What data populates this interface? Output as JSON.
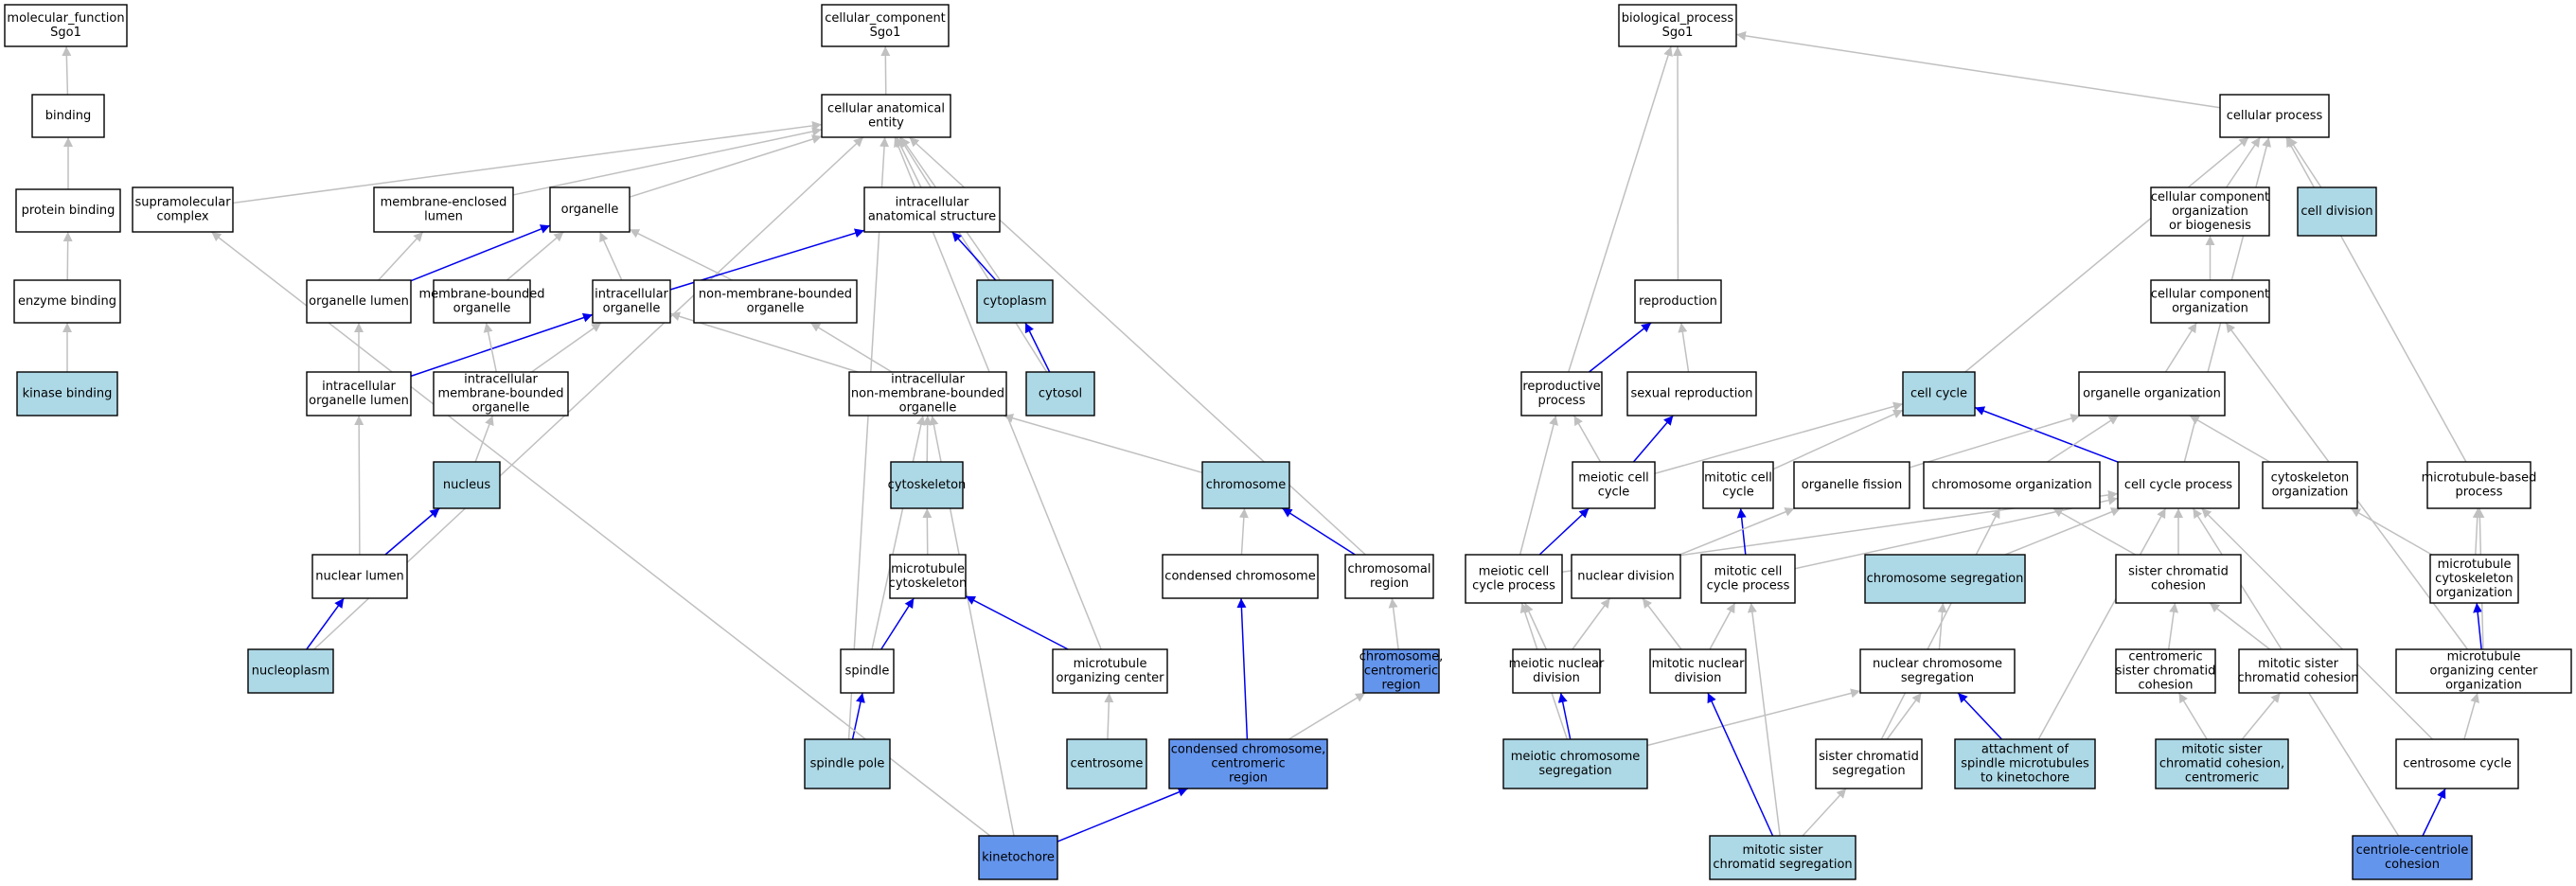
{
  "colors": {
    "plain": "#ffffff",
    "light": "#add8e6",
    "dark": "#6495ed",
    "edge_gray": "#c0c0c0",
    "edge_blue": "#0000ee"
  },
  "nodes": [
    {
      "id": "mf",
      "lines": [
        "molecular_function",
        "Sgo1"
      ],
      "fill": "plain"
    },
    {
      "id": "cc",
      "lines": [
        "cellular_component",
        "Sgo1"
      ],
      "fill": "plain"
    },
    {
      "id": "bp",
      "lines": [
        "biological_process",
        "Sgo1"
      ],
      "fill": "plain"
    },
    {
      "id": "binding",
      "lines": [
        "binding"
      ],
      "fill": "plain"
    },
    {
      "id": "pbind",
      "lines": [
        "protein binding"
      ],
      "fill": "plain"
    },
    {
      "id": "ebind",
      "lines": [
        "enzyme binding"
      ],
      "fill": "plain"
    },
    {
      "id": "kbind",
      "lines": [
        "kinase binding"
      ],
      "fill": "light"
    },
    {
      "id": "cae",
      "lines": [
        "cellular anatomical",
        "entity"
      ],
      "fill": "plain"
    },
    {
      "id": "supra",
      "lines": [
        "supramolecular",
        "complex"
      ],
      "fill": "plain"
    },
    {
      "id": "mel",
      "lines": [
        "membrane-enclosed",
        "lumen"
      ],
      "fill": "plain"
    },
    {
      "id": "organelle",
      "lines": [
        "organelle"
      ],
      "fill": "plain"
    },
    {
      "id": "ias",
      "lines": [
        "intracellular",
        "anatomical structure"
      ],
      "fill": "plain"
    },
    {
      "id": "olumen",
      "lines": [
        "organelle lumen"
      ],
      "fill": "plain"
    },
    {
      "id": "mbo",
      "lines": [
        "membrane-bounded",
        "organelle"
      ],
      "fill": "plain"
    },
    {
      "id": "io",
      "lines": [
        "intracellular",
        "organelle"
      ],
      "fill": "plain"
    },
    {
      "id": "nmbo",
      "lines": [
        "non-membrane-bounded",
        "organelle"
      ],
      "fill": "plain"
    },
    {
      "id": "cytoplasm",
      "lines": [
        "cytoplasm"
      ],
      "fill": "light"
    },
    {
      "id": "iol",
      "lines": [
        "intracellular",
        "organelle lumen"
      ],
      "fill": "plain"
    },
    {
      "id": "imbo",
      "lines": [
        "intracellular",
        "membrane-bounded",
        "organelle"
      ],
      "fill": "plain"
    },
    {
      "id": "inmbo",
      "lines": [
        "intracellular",
        "non-membrane-bounded",
        "organelle"
      ],
      "fill": "plain"
    },
    {
      "id": "cytosol",
      "lines": [
        "cytosol"
      ],
      "fill": "light"
    },
    {
      "id": "nucleus",
      "lines": [
        "nucleus"
      ],
      "fill": "light"
    },
    {
      "id": "cytoskeleton",
      "lines": [
        "cytoskeleton"
      ],
      "fill": "light"
    },
    {
      "id": "chromosome",
      "lines": [
        "chromosome"
      ],
      "fill": "light"
    },
    {
      "id": "nlumen",
      "lines": [
        "nuclear lumen"
      ],
      "fill": "plain"
    },
    {
      "id": "mtcyto",
      "lines": [
        "microtubule",
        "cytoskeleton"
      ],
      "fill": "plain"
    },
    {
      "id": "condchr",
      "lines": [
        "condensed chromosome"
      ],
      "fill": "plain"
    },
    {
      "id": "chrreg",
      "lines": [
        "chromosomal",
        "region"
      ],
      "fill": "plain"
    },
    {
      "id": "nucleoplasm",
      "lines": [
        "nucleoplasm"
      ],
      "fill": "light"
    },
    {
      "id": "spindle",
      "lines": [
        "spindle"
      ],
      "fill": "plain"
    },
    {
      "id": "mtoc",
      "lines": [
        "microtubule",
        "organizing center"
      ],
      "fill": "plain"
    },
    {
      "id": "chrcen",
      "lines": [
        "chromosome,",
        "centromeric",
        "region"
      ],
      "fill": "dark"
    },
    {
      "id": "spole",
      "lines": [
        "spindle pole"
      ],
      "fill": "light"
    },
    {
      "id": "centrosome",
      "lines": [
        "centrosome"
      ],
      "fill": "light"
    },
    {
      "id": "ccrcen",
      "lines": [
        "condensed chromosome,",
        "centromeric",
        "region"
      ],
      "fill": "dark"
    },
    {
      "id": "kinetochore",
      "lines": [
        "kinetochore"
      ],
      "fill": "dark"
    },
    {
      "id": "cellproc",
      "lines": [
        "cellular process"
      ],
      "fill": "plain"
    },
    {
      "id": "ccob",
      "lines": [
        "cellular component",
        "organization",
        "or biogenesis"
      ],
      "fill": "plain"
    },
    {
      "id": "celldiv",
      "lines": [
        "cell division"
      ],
      "fill": "light"
    },
    {
      "id": "reproduction",
      "lines": [
        "reproduction"
      ],
      "fill": "plain"
    },
    {
      "id": "cco",
      "lines": [
        "cellular component",
        "organization"
      ],
      "fill": "plain"
    },
    {
      "id": "repproc",
      "lines": [
        "reproductive",
        "process"
      ],
      "fill": "plain"
    },
    {
      "id": "sexrep",
      "lines": [
        "sexual reproduction"
      ],
      "fill": "plain"
    },
    {
      "id": "cellcycle",
      "lines": [
        "cell cycle"
      ],
      "fill": "light"
    },
    {
      "id": "orgorg",
      "lines": [
        "organelle organization"
      ],
      "fill": "plain"
    },
    {
      "id": "meicc",
      "lines": [
        "meiotic cell",
        "cycle"
      ],
      "fill": "plain"
    },
    {
      "id": "mitcc",
      "lines": [
        "mitotic cell",
        "cycle"
      ],
      "fill": "plain"
    },
    {
      "id": "orgfis",
      "lines": [
        "organelle fission"
      ],
      "fill": "plain"
    },
    {
      "id": "chrorg",
      "lines": [
        "chromosome organization"
      ],
      "fill": "plain"
    },
    {
      "id": "ccproc",
      "lines": [
        "cell cycle process"
      ],
      "fill": "plain"
    },
    {
      "id": "cytoorg",
      "lines": [
        "cytoskeleton",
        "organization"
      ],
      "fill": "plain"
    },
    {
      "id": "mtbp",
      "lines": [
        "microtubule-based",
        "process"
      ],
      "fill": "plain"
    },
    {
      "id": "meiccp",
      "lines": [
        "meiotic cell",
        "cycle process"
      ],
      "fill": "plain"
    },
    {
      "id": "nucdiv",
      "lines": [
        "nuclear division"
      ],
      "fill": "plain"
    },
    {
      "id": "mitccp",
      "lines": [
        "mitotic cell",
        "cycle process"
      ],
      "fill": "plain"
    },
    {
      "id": "chrseg",
      "lines": [
        "chromosome segregation"
      ],
      "fill": "light"
    },
    {
      "id": "scc",
      "lines": [
        "sister chromatid",
        "cohesion"
      ],
      "fill": "plain"
    },
    {
      "id": "mtcorg",
      "lines": [
        "microtubule",
        "cytoskeleton",
        "organization"
      ],
      "fill": "plain"
    },
    {
      "id": "meind",
      "lines": [
        "meiotic nuclear",
        "division"
      ],
      "fill": "plain"
    },
    {
      "id": "mitnd",
      "lines": [
        "mitotic nuclear",
        "division"
      ],
      "fill": "plain"
    },
    {
      "id": "ncs",
      "lines": [
        "nuclear chromosome",
        "segregation"
      ],
      "fill": "plain"
    },
    {
      "id": "cscc",
      "lines": [
        "centromeric",
        "sister chromatid",
        "cohesion"
      ],
      "fill": "plain"
    },
    {
      "id": "mscc",
      "lines": [
        "mitotic sister",
        "chromatid cohesion"
      ],
      "fill": "plain"
    },
    {
      "id": "mtocorg",
      "lines": [
        "microtubule",
        "organizing center",
        "organization"
      ],
      "fill": "plain"
    },
    {
      "id": "meichrseg",
      "lines": [
        "meiotic chromosome",
        "segregation"
      ],
      "fill": "light"
    },
    {
      "id": "scs",
      "lines": [
        "sister chromatid",
        "segregation"
      ],
      "fill": "plain"
    },
    {
      "id": "asmk",
      "lines": [
        "attachment of",
        "spindle microtubules",
        "to kinetochore"
      ],
      "fill": "light"
    },
    {
      "id": "msccc",
      "lines": [
        "mitotic sister",
        "chromatid cohesion,",
        "centromeric"
      ],
      "fill": "light"
    },
    {
      "id": "centcyc",
      "lines": [
        "centrosome cycle"
      ],
      "fill": "plain"
    },
    {
      "id": "mscs",
      "lines": [
        "mitotic sister",
        "chromatid segregation"
      ],
      "fill": "light"
    },
    {
      "id": "ccc",
      "lines": [
        "centriole-centriole",
        "cohesion"
      ],
      "fill": "dark"
    }
  ],
  "edges": [
    {
      "from": "binding",
      "to": "mf",
      "kind": "gray"
    },
    {
      "from": "pbind",
      "to": "binding",
      "kind": "gray"
    },
    {
      "from": "ebind",
      "to": "pbind",
      "kind": "gray"
    },
    {
      "from": "kbind",
      "to": "ebind",
      "kind": "gray"
    },
    {
      "from": "cae",
      "to": "cc",
      "kind": "gray"
    },
    {
      "from": "supra",
      "to": "cae",
      "kind": "gray"
    },
    {
      "from": "mel",
      "to": "cae",
      "kind": "gray"
    },
    {
      "from": "organelle",
      "to": "cae",
      "kind": "gray"
    },
    {
      "from": "ias",
      "to": "cae",
      "kind": "gray"
    },
    {
      "from": "cytoplasm",
      "to": "cae",
      "kind": "gray"
    },
    {
      "from": "cytosol",
      "to": "cae",
      "kind": "gray"
    },
    {
      "from": "chrreg",
      "to": "cae",
      "kind": "gray"
    },
    {
      "from": "mtoc",
      "to": "cae",
      "kind": "gray"
    },
    {
      "from": "spole",
      "to": "cae",
      "kind": "gray"
    },
    {
      "from": "nucleoplasm",
      "to": "cae",
      "kind": "gray"
    },
    {
      "from": "olumen",
      "to": "organelle",
      "kind": "blue"
    },
    {
      "from": "olumen",
      "to": "mel",
      "kind": "gray"
    },
    {
      "from": "mbo",
      "to": "organelle",
      "kind": "gray"
    },
    {
      "from": "io",
      "to": "organelle",
      "kind": "gray"
    },
    {
      "from": "nmbo",
      "to": "organelle",
      "kind": "gray"
    },
    {
      "from": "io",
      "to": "ias",
      "kind": "blue"
    },
    {
      "from": "cytoplasm",
      "to": "ias",
      "kind": "blue"
    },
    {
      "from": "cytosol",
      "to": "cytoplasm",
      "kind": "blue"
    },
    {
      "from": "iol",
      "to": "olumen",
      "kind": "gray"
    },
    {
      "from": "iol",
      "to": "io",
      "kind": "blue"
    },
    {
      "from": "imbo",
      "to": "mbo",
      "kind": "gray"
    },
    {
      "from": "imbo",
      "to": "io",
      "kind": "gray"
    },
    {
      "from": "inmbo",
      "to": "io",
      "kind": "gray"
    },
    {
      "from": "inmbo",
      "to": "nmbo",
      "kind": "gray"
    },
    {
      "from": "nucleus",
      "to": "imbo",
      "kind": "gray"
    },
    {
      "from": "nlumen",
      "to": "iol",
      "kind": "gray"
    },
    {
      "from": "nlumen",
      "to": "nucleus",
      "kind": "blue"
    },
    {
      "from": "nucleoplasm",
      "to": "nlumen",
      "kind": "blue"
    },
    {
      "from": "cytoskeleton",
      "to": "inmbo",
      "kind": "gray"
    },
    {
      "from": "chromosome",
      "to": "inmbo",
      "kind": "gray"
    },
    {
      "from": "spindle",
      "to": "inmbo",
      "kind": "gray"
    },
    {
      "from": "kinetochore",
      "to": "inmbo",
      "kind": "gray"
    },
    {
      "from": "mtcyto",
      "to": "cytoskeleton",
      "kind": "gray"
    },
    {
      "from": "condchr",
      "to": "chromosome",
      "kind": "gray"
    },
    {
      "from": "chrreg",
      "to": "chromosome",
      "kind": "blue"
    },
    {
      "from": "spindle",
      "to": "mtcyto",
      "kind": "blue"
    },
    {
      "from": "mtoc",
      "to": "mtcyto",
      "kind": "blue"
    },
    {
      "from": "chrcen",
      "to": "chrreg",
      "kind": "gray"
    },
    {
      "from": "spole",
      "to": "spindle",
      "kind": "blue"
    },
    {
      "from": "centrosome",
      "to": "mtoc",
      "kind": "gray"
    },
    {
      "from": "ccrcen",
      "to": "condchr",
      "kind": "blue"
    },
    {
      "from": "ccrcen",
      "to": "chrcen",
      "kind": "gray"
    },
    {
      "from": "kinetochore",
      "to": "ccrcen",
      "kind": "blue"
    },
    {
      "from": "kinetochore",
      "to": "supra",
      "kind": "gray"
    },
    {
      "from": "cellproc",
      "to": "bp",
      "kind": "gray"
    },
    {
      "from": "reproduction",
      "to": "bp",
      "kind": "gray"
    },
    {
      "from": "repproc",
      "to": "bp",
      "kind": "gray"
    },
    {
      "from": "ccob",
      "to": "cellproc",
      "kind": "gray"
    },
    {
      "from": "celldiv",
      "to": "cellproc",
      "kind": "gray"
    },
    {
      "from": "cellcycle",
      "to": "cellproc",
      "kind": "gray"
    },
    {
      "from": "ccproc",
      "to": "cellproc",
      "kind": "gray"
    },
    {
      "from": "mtbp",
      "to": "cellproc",
      "kind": "gray"
    },
    {
      "from": "cco",
      "to": "ccob",
      "kind": "gray"
    },
    {
      "from": "orgorg",
      "to": "cco",
      "kind": "gray"
    },
    {
      "from": "mtocorg",
      "to": "cco",
      "kind": "gray"
    },
    {
      "from": "repproc",
      "to": "reproduction",
      "kind": "blue"
    },
    {
      "from": "sexrep",
      "to": "reproduction",
      "kind": "gray"
    },
    {
      "from": "meicc",
      "to": "sexrep",
      "kind": "blue"
    },
    {
      "from": "meicc",
      "to": "repproc",
      "kind": "gray"
    },
    {
      "from": "meicc",
      "to": "cellcycle",
      "kind": "gray"
    },
    {
      "from": "mitcc",
      "to": "cellcycle",
      "kind": "gray"
    },
    {
      "from": "ccproc",
      "to": "cellcycle",
      "kind": "blue"
    },
    {
      "from": "orgfis",
      "to": "orgorg",
      "kind": "gray"
    },
    {
      "from": "chrorg",
      "to": "orgorg",
      "kind": "gray"
    },
    {
      "from": "cytoorg",
      "to": "orgorg",
      "kind": "gray"
    },
    {
      "from": "meiccp",
      "to": "meicc",
      "kind": "blue"
    },
    {
      "from": "meiccp",
      "to": "repproc",
      "kind": "gray"
    },
    {
      "from": "meiccp",
      "to": "ccproc",
      "kind": "gray"
    },
    {
      "from": "mitccp",
      "to": "mitcc",
      "kind": "blue"
    },
    {
      "from": "mitccp",
      "to": "ccproc",
      "kind": "gray"
    },
    {
      "from": "nucdiv",
      "to": "orgfis",
      "kind": "gray"
    },
    {
      "from": "chrseg",
      "to": "ccproc",
      "kind": "gray"
    },
    {
      "from": "scc",
      "to": "ccproc",
      "kind": "gray"
    },
    {
      "from": "scc",
      "to": "chrorg",
      "kind": "gray"
    },
    {
      "from": "mtcorg",
      "to": "cytoorg",
      "kind": "gray"
    },
    {
      "from": "mtcorg",
      "to": "mtbp",
      "kind": "gray"
    },
    {
      "from": "meind",
      "to": "meiccp",
      "kind": "gray"
    },
    {
      "from": "meind",
      "to": "nucdiv",
      "kind": "gray"
    },
    {
      "from": "mitnd",
      "to": "nucdiv",
      "kind": "gray"
    },
    {
      "from": "mitnd",
      "to": "mitccp",
      "kind": "gray"
    },
    {
      "from": "ncs",
      "to": "chrseg",
      "kind": "gray"
    },
    {
      "from": "cscc",
      "to": "scc",
      "kind": "gray"
    },
    {
      "from": "mscc",
      "to": "scc",
      "kind": "gray"
    },
    {
      "from": "mtocorg",
      "to": "mtcorg",
      "kind": "blue"
    },
    {
      "from": "mtocorg",
      "to": "mtbp",
      "kind": "gray"
    },
    {
      "from": "meichrseg",
      "to": "meind",
      "kind": "blue"
    },
    {
      "from": "meichrseg",
      "to": "meiccp",
      "kind": "gray"
    },
    {
      "from": "meichrseg",
      "to": "ncs",
      "kind": "gray"
    },
    {
      "from": "scs",
      "to": "ncs",
      "kind": "gray"
    },
    {
      "from": "scs",
      "to": "chrorg",
      "kind": "gray"
    },
    {
      "from": "asmk",
      "to": "ncs",
      "kind": "blue"
    },
    {
      "from": "asmk",
      "to": "ccproc",
      "kind": "gray"
    },
    {
      "from": "msccc",
      "to": "cscc",
      "kind": "gray"
    },
    {
      "from": "msccc",
      "to": "mscc",
      "kind": "gray"
    },
    {
      "from": "centcyc",
      "to": "mtocorg",
      "kind": "gray"
    },
    {
      "from": "centcyc",
      "to": "ccproc",
      "kind": "gray"
    },
    {
      "from": "mscs",
      "to": "mitnd",
      "kind": "blue"
    },
    {
      "from": "mscs",
      "to": "scs",
      "kind": "gray"
    },
    {
      "from": "mscs",
      "to": "mitccp",
      "kind": "gray"
    },
    {
      "from": "ccc",
      "to": "centcyc",
      "kind": "blue"
    },
    {
      "from": "ccc",
      "to": "ccproc",
      "kind": "gray"
    }
  ]
}
